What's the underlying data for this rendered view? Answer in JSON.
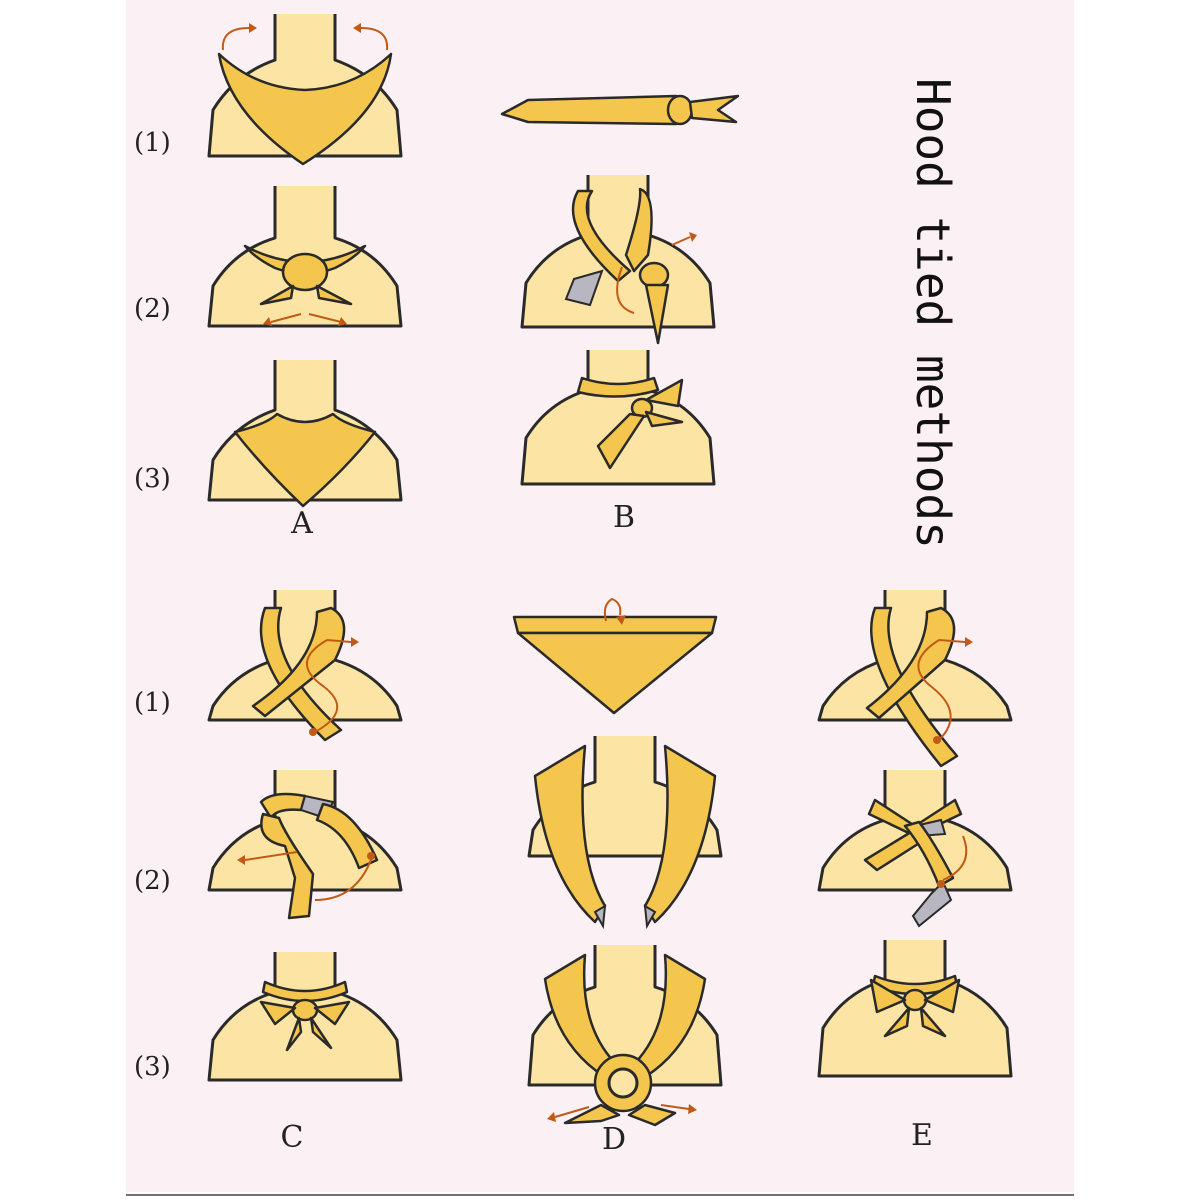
{
  "title": "Hood tied methods",
  "columns": [
    "A",
    "B",
    "C",
    "D",
    "E"
  ],
  "steps_top": [
    "(1)",
    "(2)",
    "(3)"
  ],
  "steps_bottom": [
    "(1)",
    "(2)",
    "(3)"
  ],
  "colors": {
    "scarf": "#f4c64d",
    "skin": "#fce4a5",
    "background": "#fbf0f4",
    "arrow": "#c25a17",
    "scarf_underside": "#b8b6c0"
  }
}
